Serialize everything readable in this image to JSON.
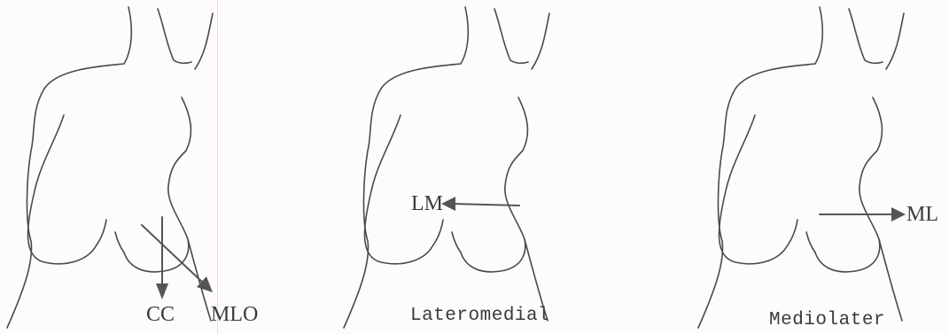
{
  "panels": [
    {
      "id": "panel-1",
      "arrows": [
        {
          "label": "CC"
        },
        {
          "label": "MLO"
        }
      ],
      "caption": ""
    },
    {
      "id": "panel-2",
      "arrows": [
        {
          "label": "LM"
        }
      ],
      "caption": "Lateromedial"
    },
    {
      "id": "panel-3",
      "arrows": [
        {
          "label": "ML"
        }
      ],
      "caption": "Mediolater"
    }
  ]
}
